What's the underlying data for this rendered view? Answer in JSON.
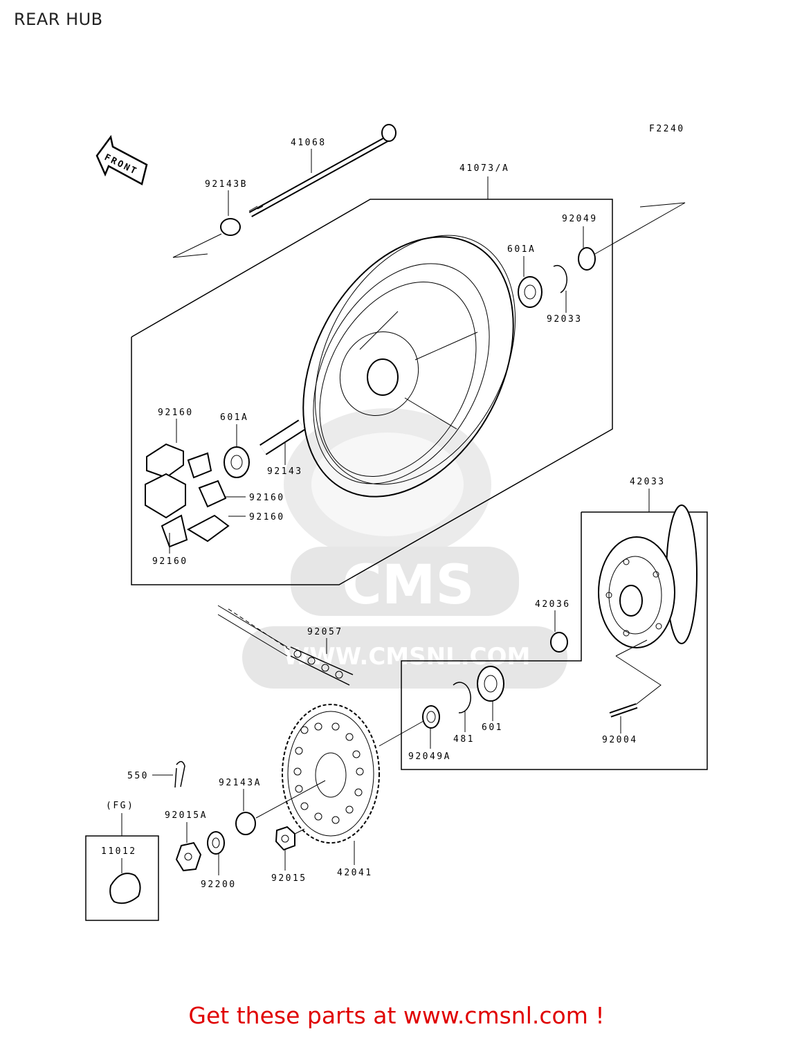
{
  "page": {
    "title": "REAR HUB"
  },
  "figure_code": "F2240",
  "front_arrow": "FRONT",
  "watermark": {
    "logo": "CMS",
    "url": "WWW.CMSNL.COM"
  },
  "parts": {
    "p41068": "41068",
    "p92143B": "92143B",
    "p41073A": "41073/A",
    "p92049": "92049",
    "p601A_top": "601A",
    "p92033": "92033",
    "p92160_top": "92160",
    "p601A_mid": "601A",
    "p92143": "92143",
    "p92160_r1": "92160",
    "p92160_r2": "92160",
    "p92160_bot": "92160",
    "p42033": "42033",
    "p42036": "42036",
    "p92057": "92057",
    "p481": "481",
    "p601": "601",
    "p92004": "92004",
    "p92049A": "92049A",
    "p550": "550",
    "p92143A": "92143A",
    "pFG": "(FG)",
    "p92015A": "92015A",
    "p11012": "11012",
    "p92200": "92200",
    "p92015": "92015",
    "p42041": "42041"
  },
  "footer": {
    "text": "Get these parts at www.cmsnl.com !"
  }
}
